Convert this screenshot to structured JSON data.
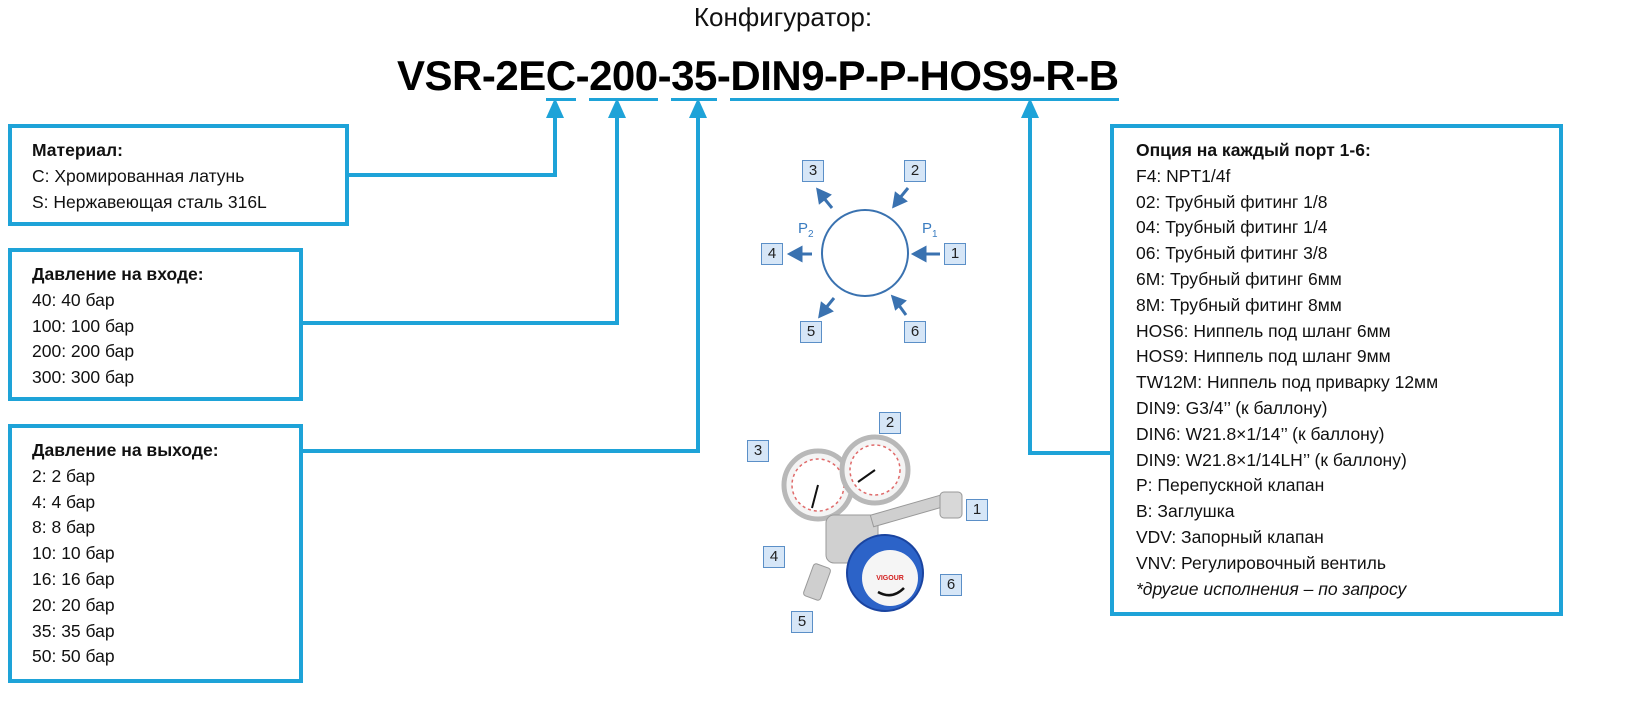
{
  "title": "Конфигуратор:",
  "code": {
    "segments": [
      {
        "text": "VSR-2E",
        "underlined": false
      },
      {
        "text": "C",
        "underlined": true
      },
      {
        "text": "-",
        "underlined": false
      },
      {
        "text": "200",
        "underlined": true
      },
      {
        "text": "-",
        "underlined": false
      },
      {
        "text": "35",
        "underlined": true
      },
      {
        "text": "-",
        "underlined": false
      },
      {
        "text": "DIN9-P-P-HOS9-R-B",
        "underlined": true
      }
    ]
  },
  "accent_color": "#1ea3d8",
  "boxes": {
    "material": {
      "heading": "Материал:",
      "items": [
        "C: Хромированная латунь",
        "S: Нержавеющая сталь 316L"
      ]
    },
    "inlet_pressure": {
      "heading": "Давление на входе:",
      "items": [
        "40: 40 бар",
        "100: 100 бар",
        "200: 200 бар",
        "300: 300 бар"
      ]
    },
    "outlet_pressure": {
      "heading": "Давление на выходе:",
      "items": [
        "2: 2 бар",
        "4: 4 бар",
        "8: 8 бар",
        "10: 10 бар",
        "16: 16 бар",
        "20: 20 бар",
        "35: 35 бар",
        "50: 50 бар"
      ]
    },
    "port_options": {
      "heading": "Опция на каждый порт 1-6:",
      "items": [
        "F4: NPT1/4f",
        "02: Трубный фитинг 1/8",
        "04: Трубный фитинг 1/4",
        "06: Трубный фитинг 3/8",
        "6M: Трубный фитинг 6мм",
        "8M: Трубный фитинг 8мм",
        "HOS6: Ниппель под шланг 6мм",
        "HOS9: Ниппель под шланг 9мм",
        "TW12M: Ниппель под приварку 12мм",
        "DIN9: G3/4’’ (к баллону)",
        "DIN6: W21.8×1/14’’ (к баллону)",
        "DIN9: W21.8×1/14LH’’ (к баллону)",
        "P: Перепускной клапан",
        "B: Заглушка",
        "VDV: Запорный клапан",
        "VNV: Регулировочный вентиль"
      ],
      "note": "*другие исполнения – по запросу"
    }
  },
  "port_diagram": {
    "inlet_label": "P",
    "inlet_sub": "1",
    "outlet_label": "P",
    "outlet_sub": "2",
    "ports": [
      "1",
      "2",
      "3",
      "4",
      "5",
      "6"
    ]
  },
  "product_photo": {
    "brand": "VIGOUR",
    "ports": [
      "1",
      "2",
      "3",
      "4",
      "5",
      "6"
    ]
  }
}
